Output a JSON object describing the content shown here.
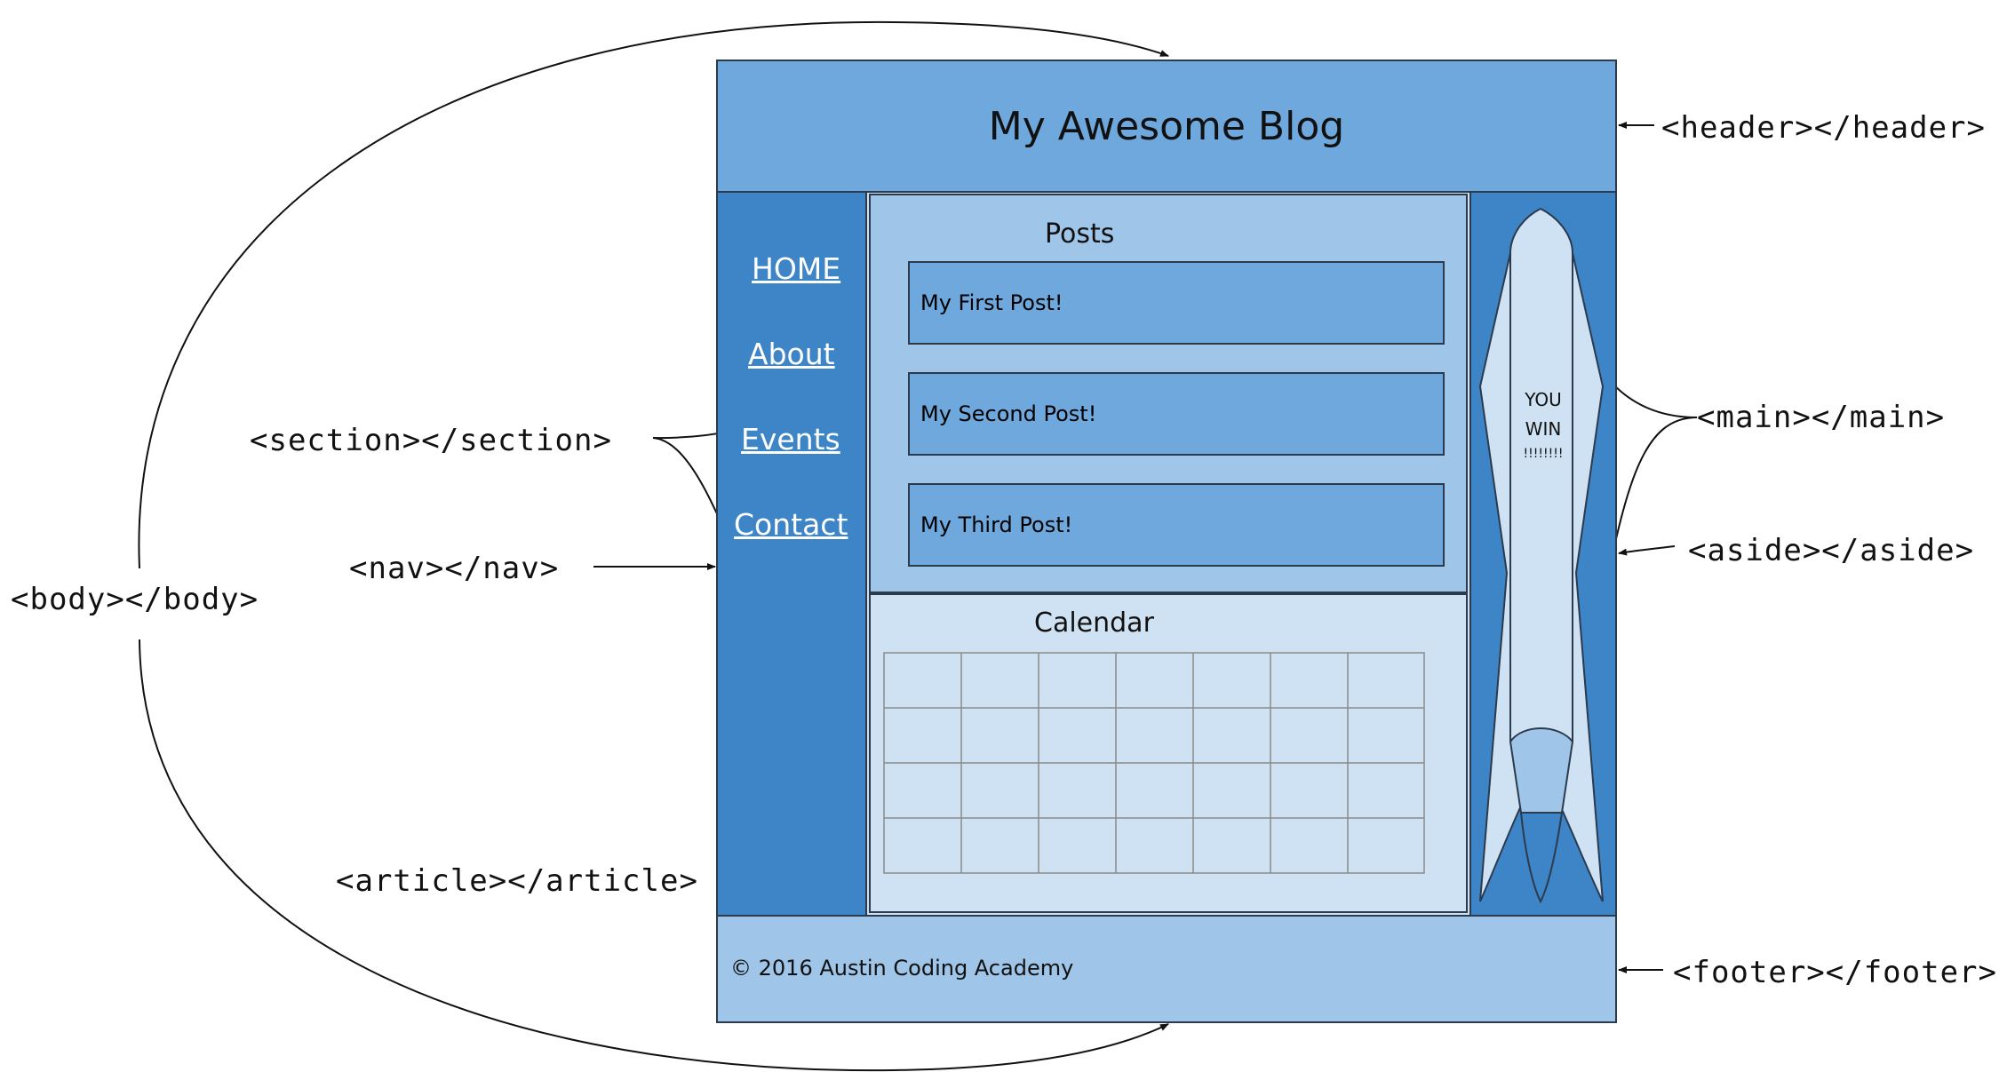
{
  "header": {
    "title": "My Awesome Blog"
  },
  "nav": {
    "links": [
      "HOME",
      "About",
      "Events",
      "Contact"
    ]
  },
  "posts_section": {
    "title": "Posts",
    "posts": [
      "My First Post!",
      "My Second Post!",
      "My Third Post!"
    ]
  },
  "calendar_section": {
    "title": "Calendar"
  },
  "aside": {
    "ad_line1": "YOU",
    "ad_line2": "WIN",
    "ad_line3": "!!!!!!!!"
  },
  "footer": {
    "text": "© 2016 Austin Coding Academy"
  },
  "labels": {
    "header": "<header></header>",
    "main": "<main></main>",
    "section": "<section></section>",
    "aside": "<aside></aside>",
    "nav": "<nav></nav>",
    "body": "<body></body>",
    "footer": "<footer></footer>",
    "article": "<article></article>"
  },
  "colors": {
    "header": "#6fa8dc",
    "nav": "#3d85c6",
    "posts": "#9fc5e8",
    "calendar": "#cfe2f3",
    "footer": "#9fc5e8",
    "border": "#2b3a4d"
  }
}
